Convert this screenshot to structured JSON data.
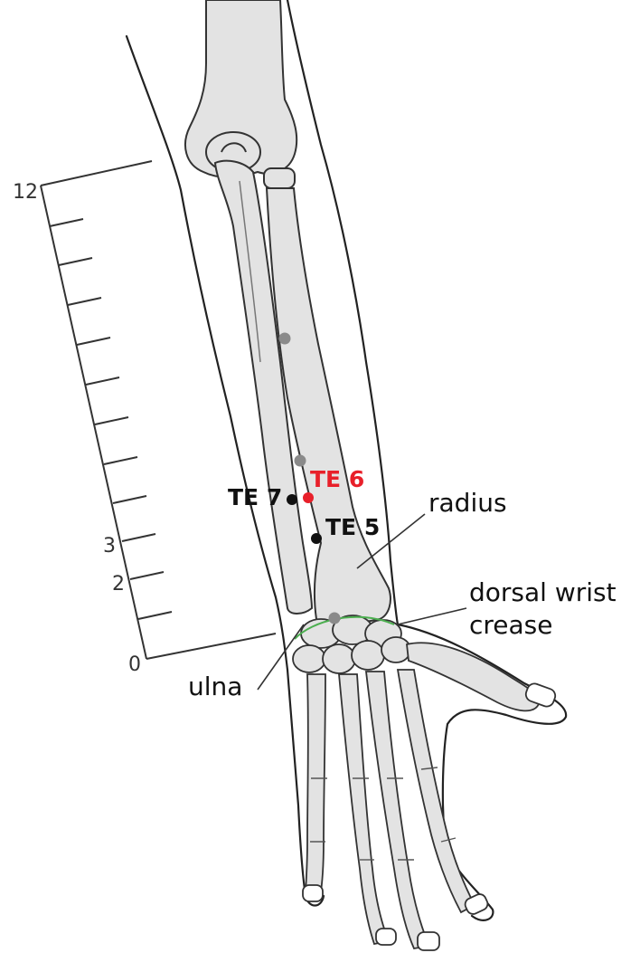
{
  "scale": {
    "labels": {
      "top": "12",
      "three": "3",
      "two": "2",
      "zero": "0"
    }
  },
  "points": {
    "te7": {
      "label": "TE 7",
      "color": "#111111"
    },
    "te6": {
      "label": "TE 6",
      "color": "#e8202a"
    },
    "te5": {
      "label": "TE 5",
      "color": "#111111"
    },
    "extra_point_color": "#8a8a8a"
  },
  "anatomy": {
    "radius": "radius",
    "wrist_line1": "dorsal wrist",
    "wrist_line2": "crease",
    "ulna": "ulna"
  },
  "colors": {
    "bone_fill": "#e3e3e3",
    "outline": "#333333",
    "crease": "#4caf50"
  }
}
